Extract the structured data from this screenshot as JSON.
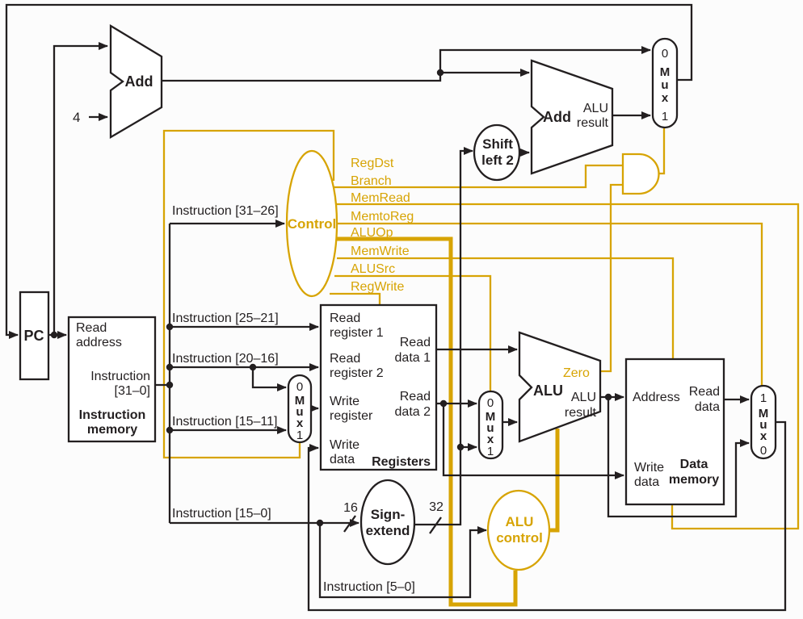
{
  "colors": {
    "wire": "#231f20",
    "control": "#d7a404",
    "background": "#fcfcfc"
  },
  "pc": {
    "label": "PC"
  },
  "constant_four": "4",
  "adders": {
    "pc_add": {
      "label": "Add"
    },
    "branch_add": {
      "label": "Add",
      "result_line1": "ALU",
      "result_line2": "result"
    }
  },
  "instruction_memory": {
    "port_read_address": [
      "Read",
      "address"
    ],
    "port_instruction_out": [
      "Instruction",
      "[31–0]"
    ],
    "title": [
      "Instruction",
      "memory"
    ]
  },
  "instruction_labels": {
    "i31_26": "Instruction [31–26]",
    "i25_21": "Instruction [25–21]",
    "i20_16": "Instruction [20–16]",
    "i15_11": "Instruction [15–11]",
    "i15_0": "Instruction [15–0]",
    "i5_0": "Instruction [5–0]"
  },
  "control": {
    "label": "Control",
    "signals": [
      "RegDst",
      "Branch",
      "MemRead",
      "MemtoReg",
      "ALUOp",
      "MemWrite",
      "ALUSrc",
      "RegWrite"
    ]
  },
  "registers": {
    "title": "Registers",
    "ports_left": [
      "Read",
      "register 1",
      "Read",
      "register 2",
      "Write",
      "register",
      "Write",
      "data"
    ],
    "ports_right": [
      "Read",
      "data 1",
      "Read",
      "data 2"
    ]
  },
  "shift_left_2": {
    "label": [
      "Shift",
      "left 2"
    ]
  },
  "sign_extend": {
    "label": [
      "Sign-",
      "extend"
    ],
    "in_width": "16",
    "out_width": "32"
  },
  "alu": {
    "label": "ALU",
    "zero": "Zero",
    "result": [
      "ALU",
      "result"
    ]
  },
  "alu_control": {
    "label": [
      "ALU",
      "control"
    ]
  },
  "data_memory": {
    "title": [
      "Data",
      "memory"
    ],
    "port_address": "Address",
    "port_read_data": [
      "Read",
      "data"
    ],
    "port_write_data": [
      "Write",
      "data"
    ]
  },
  "muxes": {
    "pcsrc": [
      "0",
      "M",
      "u",
      "x",
      "1"
    ],
    "regdst": [
      "0",
      "M",
      "u",
      "x",
      "1"
    ],
    "alusrc": [
      "0",
      "M",
      "u",
      "x",
      "1"
    ],
    "memtoreg": [
      "1",
      "M",
      "u",
      "x",
      "0"
    ]
  }
}
